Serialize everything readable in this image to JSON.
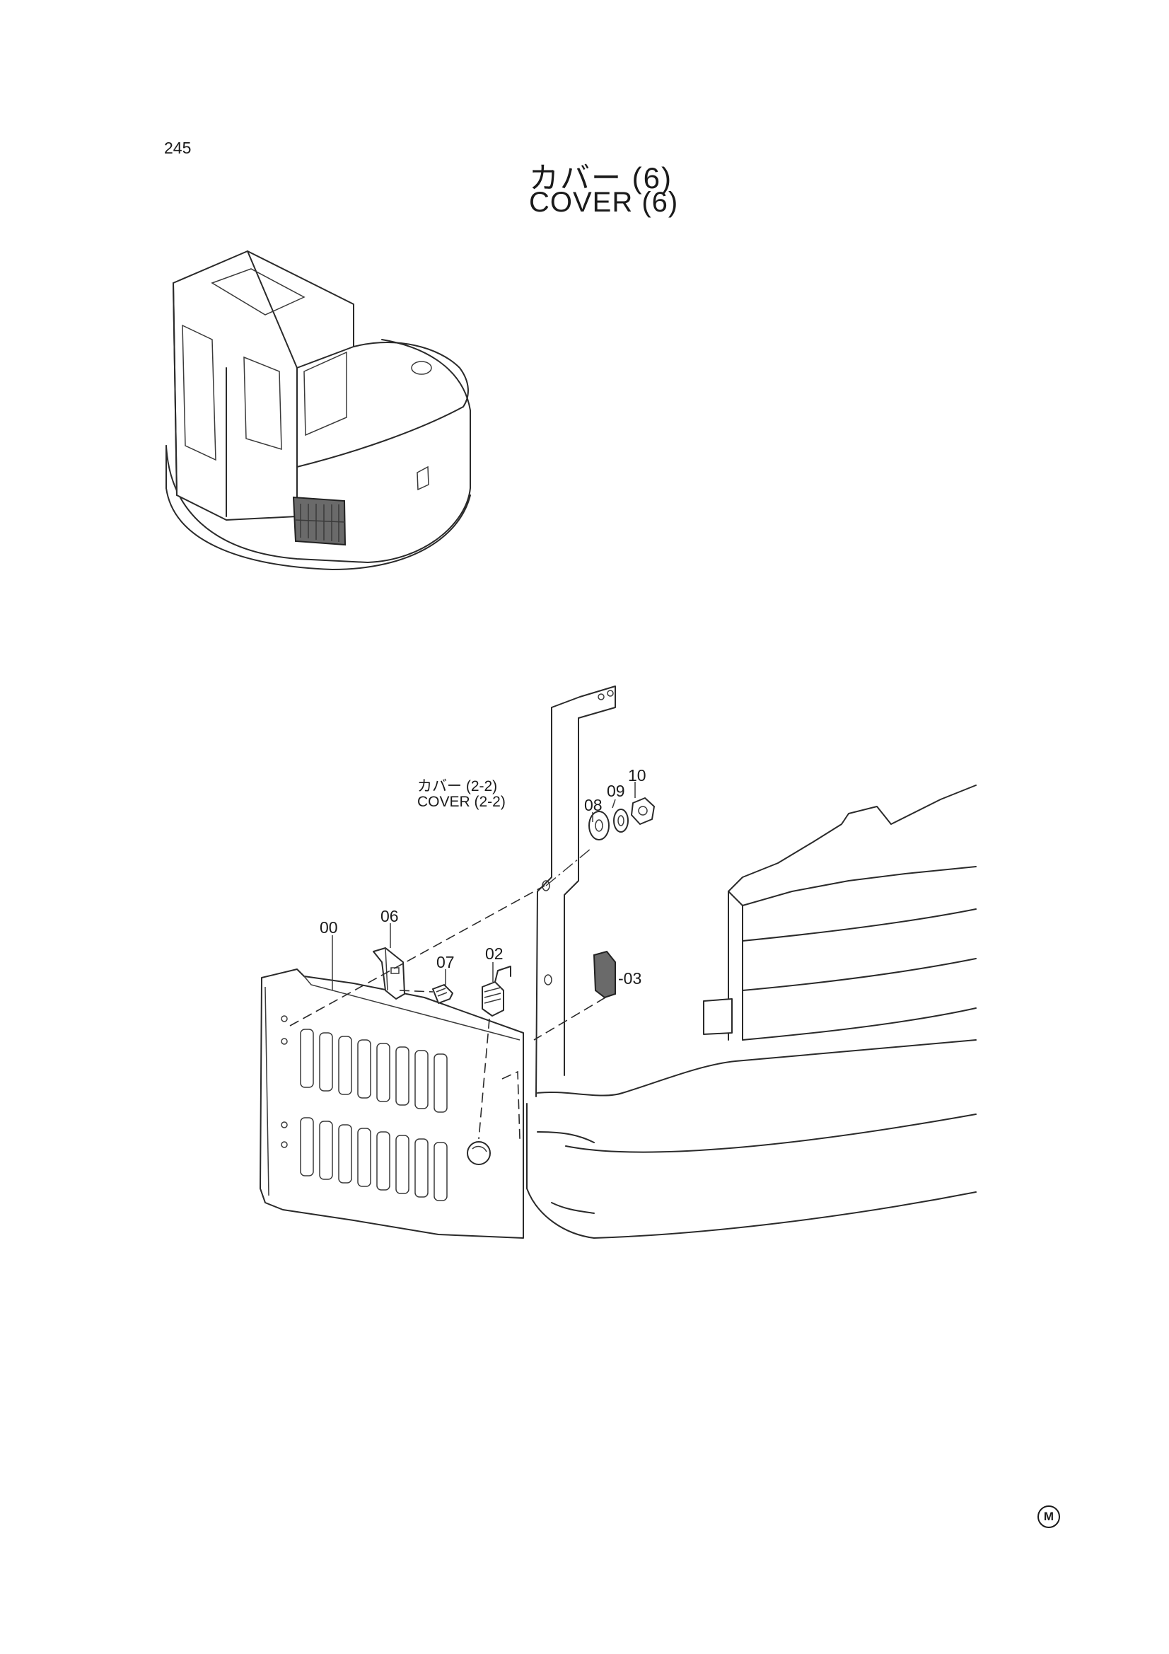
{
  "page": {
    "number": "245",
    "title_jp": "カバー (6)",
    "title_en": "COVER (6)"
  },
  "reference": {
    "label_jp": "カバー (2-2)",
    "label_en": "COVER (2-2)"
  },
  "callouts": {
    "c00": "00",
    "c02": "02",
    "c03": "-03",
    "c06": "06",
    "c07": "07",
    "c08": "08",
    "c09": "09",
    "c10": "10"
  },
  "mark": "M"
}
